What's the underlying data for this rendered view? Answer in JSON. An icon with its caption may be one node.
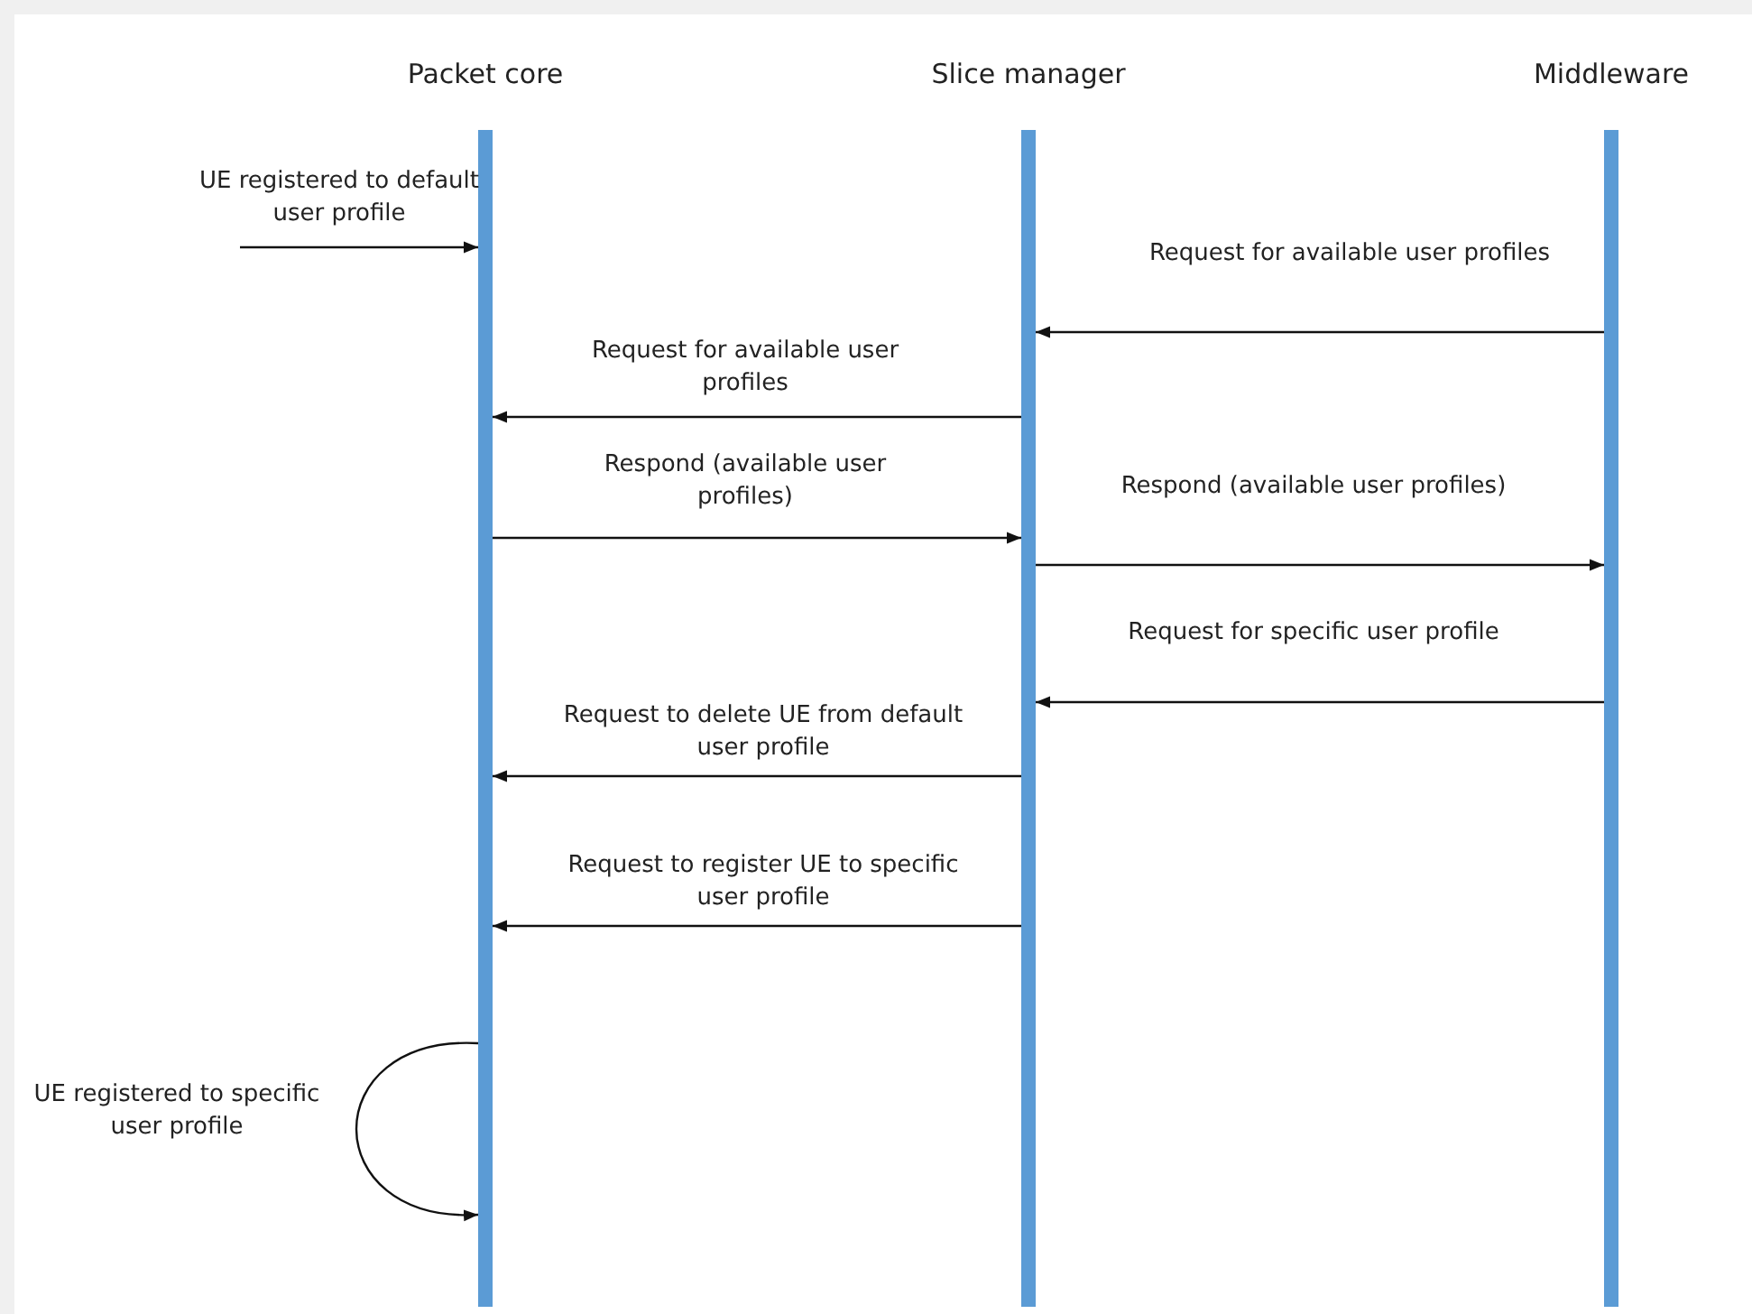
{
  "diagram": {
    "nodes": [
      {
        "text": [
          "Packet core"
        ]
      },
      {
        "text": [
          "Slice manager"
        ]
      },
      {
        "text": [
          "Middleware"
        ]
      }
    ],
    "edges": [
      {
        "from": null,
        "to": 0,
        "arrow": "to",
        "label": "UE registered to default user profile"
      },
      {
        "from": 2,
        "to": 1,
        "arrow": "to",
        "label": "Request for available user profiles"
      },
      {
        "from": 1,
        "to": 0,
        "arrow": "to",
        "label": "Request for available user profiles"
      },
      {
        "from": 0,
        "to": 1,
        "arrow": "to",
        "label": "Respond (available user profiles)"
      },
      {
        "from": 1,
        "to": 2,
        "arrow": "to",
        "label": "Respond (available user profiles)"
      },
      {
        "from": 2,
        "to": 1,
        "arrow": "to",
        "label": "Request for specific user profile"
      },
      {
        "from": 1,
        "to": 0,
        "arrow": "to",
        "label": "Request to delete UE from default user profile"
      },
      {
        "from": 1,
        "to": 0,
        "arrow": "to",
        "label": "Request to register UE to specific user profile"
      },
      {
        "from": 0,
        "to": 0,
        "arrow": "to",
        "label": "UE registered to specific user profile"
      }
    ]
  }
}
